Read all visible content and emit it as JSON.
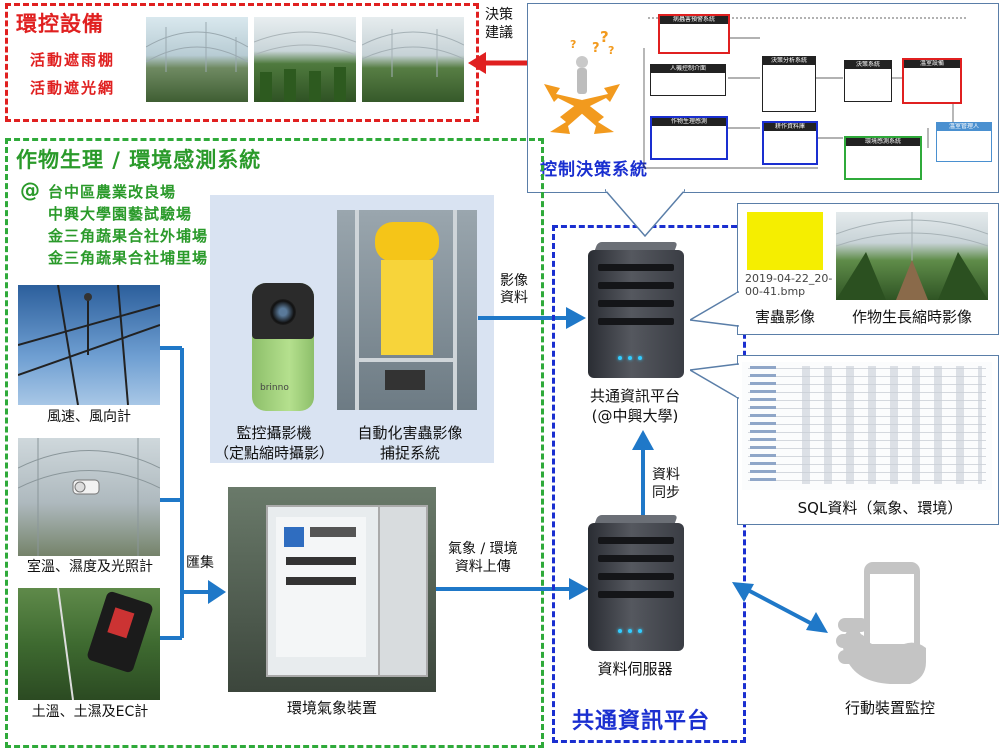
{
  "env_control": {
    "title": "環控設備",
    "items": [
      "活動遮雨棚",
      "活動遮光網"
    ],
    "decision_label": "決策\n建議"
  },
  "decision": {
    "title": "控制決策系統",
    "flow_boxes": [
      "病蟲害預警系統",
      "人機控制介面",
      "作物生理感測",
      "決策分析系統",
      "耕作資料庫",
      "決策系統",
      "溫室設備",
      "環境感測系統",
      "溫室管理人"
    ]
  },
  "crop": {
    "title": "作物生理 / 環境感測系統",
    "at_symbol": "@",
    "sites": [
      "台中區農業改良場",
      "中興大學園藝試驗場",
      "金三角蔬果合社外埔場",
      "金三角蔬果合社埔里場"
    ]
  },
  "sensors": {
    "wind": "風速、風向計",
    "temp": "室溫、濕度及光照計",
    "soil": "土溫、土濕及EC計",
    "aggregate": "匯集"
  },
  "camera": {
    "label_line1": "監控攝影機",
    "label_line2": "（定點縮時攝影）",
    "brand": "brinno"
  },
  "pest_capture": {
    "label_line1": "自動化害蟲影像",
    "label_line2": "捕捉系統"
  },
  "weather_station": {
    "label": "環境氣象裝置"
  },
  "arrows": {
    "image_data": "影像\n資料",
    "weather_upload": "氣象 / 環境\n資料上傳",
    "data_sync": "資料\n同步"
  },
  "platform": {
    "server_label_line1": "共通資訊平台",
    "server_label_line2": "(@中興大學)",
    "data_server_label": "資料伺服器",
    "box_title": "共通資訊平台"
  },
  "outputs": {
    "pest_filename": "2019-04-22_20-00-41.bmp",
    "pest_image_label": "害蟲影像",
    "timelapse_label": "作物生長縮時影像",
    "sql_label": "SQL資料（氣象、環境）"
  },
  "mobile": {
    "label": "行動裝置監控"
  },
  "colors": {
    "red": "#e02020",
    "green": "#2faa3a",
    "blue": "#1a2fd0",
    "arrow_blue": "#1f78c8",
    "mobile_gray": "#c4c4c4"
  }
}
